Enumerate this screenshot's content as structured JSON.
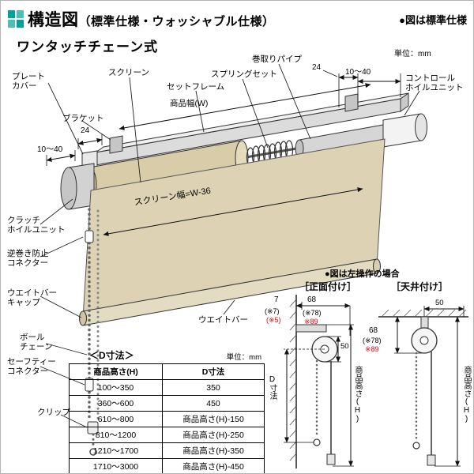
{
  "header": {
    "title": "構造図",
    "title_paren": "（標準仕様・ウォッシャブル仕様）",
    "right_note": "●図は標準仕様"
  },
  "subtitle": "ワンタッチチェーン式",
  "diagram": {
    "unit": "単位：mm",
    "labels": {
      "plate_cover": "プレート\nカバー",
      "screen": "スクリーン",
      "set_frame": "セットフレーム",
      "product_width": "商品幅(W)",
      "spring_set": "スプリングセット",
      "winding_pipe": "巻取りパイプ",
      "control_unit": "コントロール\nホイルユニット",
      "bracket": "ブラケット",
      "clutch_unit": "クラッチ\nホイルユニット",
      "reverse_stop_connector": "逆巻き防止\nコネクター",
      "weight_bar_cap": "ウエイトバー\nキャップ",
      "ball_chain": "ボール\nチェーン",
      "safety_connector": "セーフティー\nコネクター",
      "clip": "クリップ",
      "screen_width": "スクリーン幅=W-36",
      "weight_bar": "ウエイトバー"
    },
    "dims": {
      "left_24": "24",
      "left_range": "10〜40",
      "right_24": "24",
      "right_range": "10〜40"
    }
  },
  "table": {
    "title": "＜D寸法＞",
    "unit": "単位：mm",
    "headers": [
      "商品高さ(H)",
      "D寸法"
    ],
    "rows": [
      [
        "100〜350",
        "350"
      ],
      [
        "360〜600",
        "450"
      ],
      [
        "610〜800",
        "商品高さ(H)-150"
      ],
      [
        "810〜1200",
        "商品高さ(H)-250"
      ],
      [
        "1210〜1700",
        "商品高さ(H)-350"
      ],
      [
        "1710〜3000",
        "商品高さ(H)-450"
      ]
    ]
  },
  "side": {
    "note": "●図は左操作の場合",
    "front": {
      "title": "［正面付け］",
      "dim_7": "7",
      "dim_7_note": "(※7)",
      "dim_7_note_red": "(※5)",
      "dim_68": "68",
      "dim_68_note": "(※78)",
      "dim_68_note_red": "※89",
      "dim_50": "50",
      "dim_d": "D寸法",
      "height": "商品高さ(H)"
    },
    "ceiling": {
      "title": "［天井付け］",
      "dim_50": "50",
      "dim_68": "68",
      "dim_68_note": "(※78)",
      "dim_68_note_red": "※89",
      "height": "商品高さ(H)"
    }
  },
  "colors": {
    "accent_teal": "#00a39b",
    "note_red": "#e60012",
    "screen_beige": "#ddd2b4"
  }
}
